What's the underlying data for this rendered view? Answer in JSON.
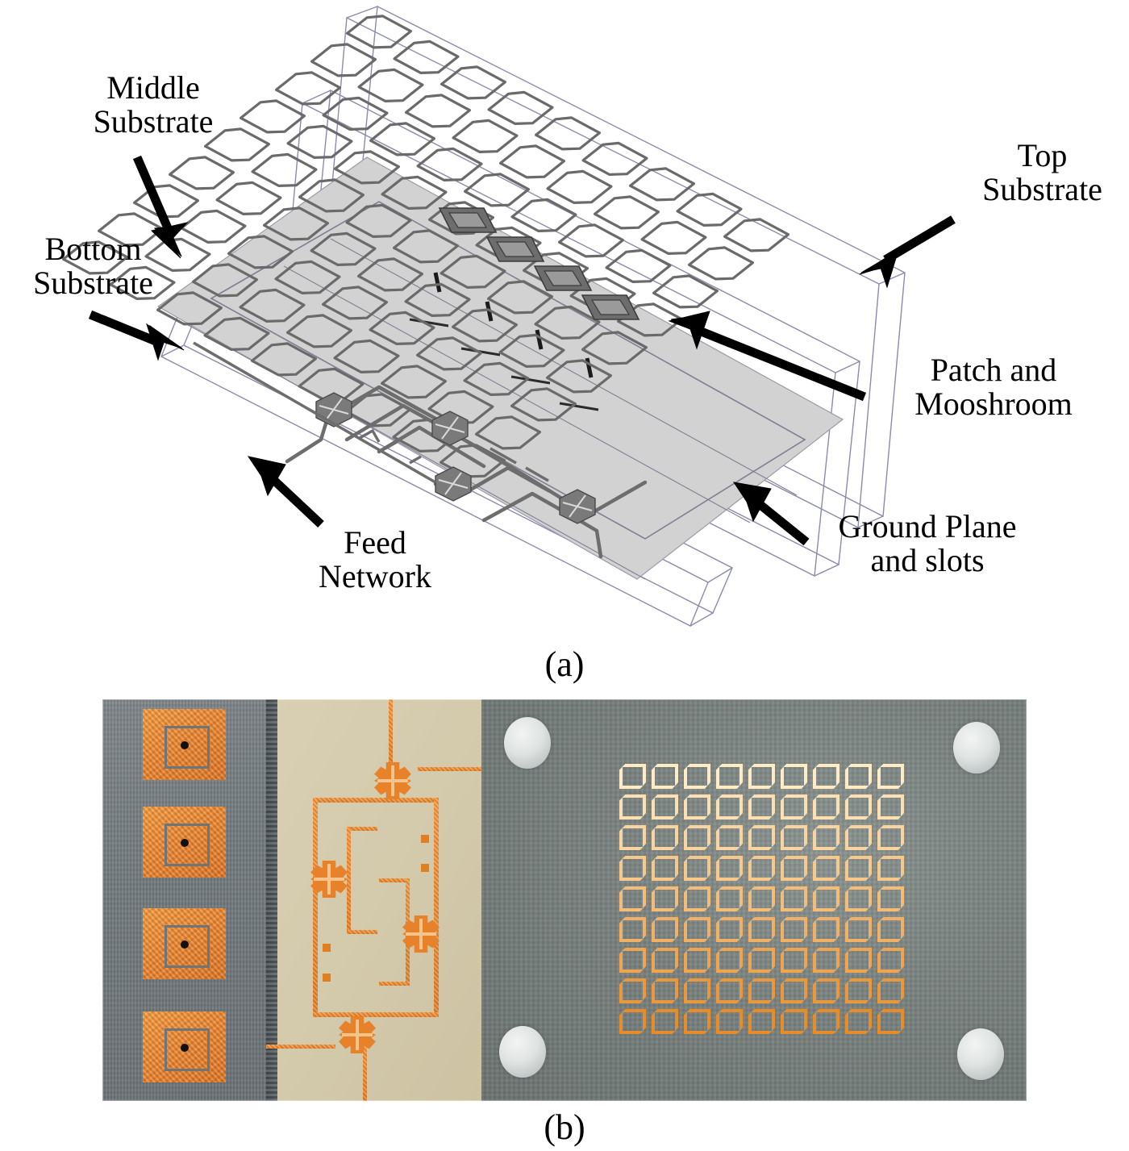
{
  "figure": {
    "panels": [
      {
        "id": "a",
        "caption": "(a)",
        "type": "cad-exploded-view"
      },
      {
        "id": "b",
        "caption": "(b)",
        "type": "fabricated-prototype-photo"
      }
    ]
  },
  "panel_a": {
    "caption": "(a)",
    "annotations": [
      {
        "name": "middle-substrate",
        "label": "Middle\nSubstrate"
      },
      {
        "name": "bottom-substrate",
        "label": "Bottom\nSubstrate"
      },
      {
        "name": "top-substrate",
        "label": "Top\nSubstrate"
      },
      {
        "name": "patch-and-mooshroom",
        "label": "Patch and\nMooshroom"
      },
      {
        "name": "ground-plane-and-slots",
        "label": "Ground Plane\nand slots"
      },
      {
        "name": "feed-network",
        "label": "Feed\nNetwork"
      }
    ],
    "layers": [
      {
        "name": "top-substrate-outline",
        "style": "wireframe"
      },
      {
        "name": "middle-substrate-outline",
        "style": "wireframe"
      },
      {
        "name": "bottom-substrate-outline",
        "style": "wireframe"
      },
      {
        "name": "ground-plane",
        "style": "filled-gray"
      }
    ],
    "mushroom_array": {
      "rows": 9,
      "cols": 9,
      "cell_shape": "hexagonal-ring"
    },
    "patch_count": 4,
    "slot_count": 4,
    "feed_junction_count": 4,
    "colors": {
      "wireframe": "#8a8aa8",
      "ground_plane": "#d2d2d2",
      "metal_dark": "#6e6e6e",
      "annotation": "#000000"
    }
  },
  "panel_b": {
    "caption": "(b)",
    "sections": [
      {
        "name": "ground-plane-photo",
        "patch_count": 4,
        "substrate_color": "#757c80",
        "copper_color": "#e8832c"
      },
      {
        "name": "feed-network-photo",
        "junction_count": 4,
        "substrate_color": "#d5cbad",
        "copper_color": "#e8822a"
      },
      {
        "name": "mushroom-array-photo",
        "rows": 9,
        "cols": 9,
        "screw_count": 4,
        "substrate_color": "#79817f",
        "copper_color": "#e8962f"
      }
    ]
  }
}
